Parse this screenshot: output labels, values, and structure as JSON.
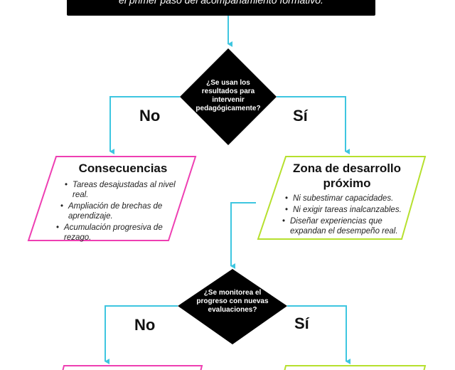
{
  "top_box": {
    "text": "el primer paso del acompañamiento formativo."
  },
  "decision1": {
    "question_lines": [
      "¿Se usan los",
      "resultados para",
      "intervenir",
      "pedagógicamente?"
    ],
    "no_label": "No",
    "yes_label": "Sí"
  },
  "consequences": {
    "title": "Consecuencias",
    "items": [
      "Tareas desajustadas al nivel real.",
      "Ampliación de brechas de aprendizaje.",
      "Acumulación progresiva de rezago."
    ]
  },
  "zone": {
    "title_line1": "Zona de desarrollo",
    "title_line2": "próximo",
    "items": [
      "Ni subestimar capacidades.",
      "Ni exigir tareas inalcanzables.",
      "Diseñar experiencias que expandan el desempeño real."
    ]
  },
  "decision2": {
    "question_lines": [
      "¿Se monitorea el",
      "progreso con nuevas",
      "evaluaciones?"
    ],
    "no_label": "No",
    "yes_label": "Sí"
  },
  "colors": {
    "connector": "#3ec6e0",
    "consequences_border": "#ee3fb2",
    "zone_border": "#b6e02e",
    "diamond": "#000000"
  }
}
